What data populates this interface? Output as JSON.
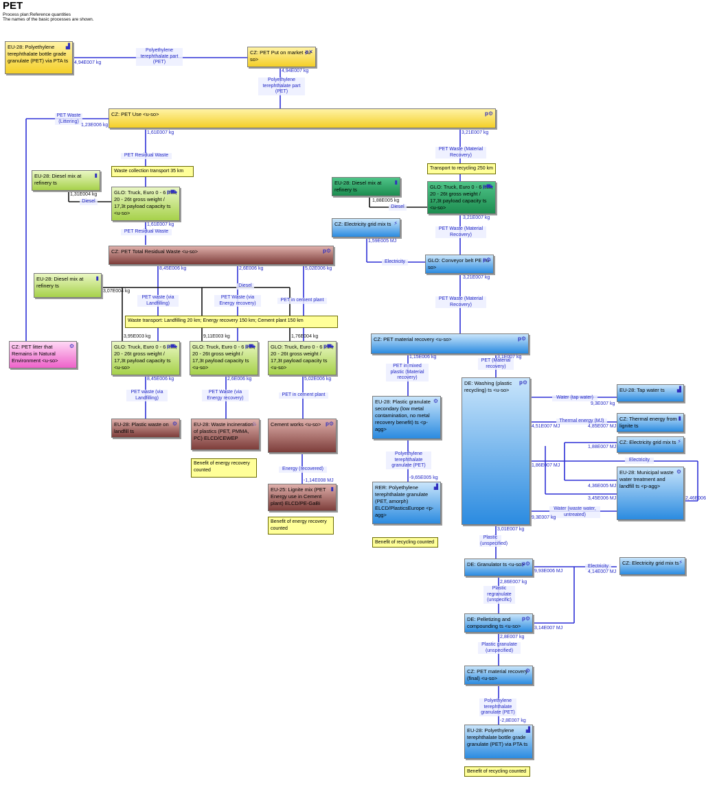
{
  "title": "PET",
  "subtitle_1": "Process plan:Reference quantities",
  "subtitle_2": "The names of the basic processes are shown.",
  "icons": {
    "process": "p",
    "factory": "factory-icon",
    "truck": "truck-icon",
    "fuel": "fuel-icon",
    "energy": "lightning-icon",
    "gear": "gear-icon"
  },
  "processes": {
    "eu28_pet_granulate_top": "EU-28: Polyethylene terephthalate bottle grade granulate (PET) via PTA ts",
    "cz_put_on_market": "CZ: PET Put on market <u-so>",
    "cz_pet_use": "CZ: PET Use <u-so>",
    "eu28_diesel_1": "EU-28: Diesel mix at refinery ts",
    "glo_truck_1": "GLO: Truck, Euro 0 - 6 mix, 20 - 26t gross weight / 17,3t payload capacity ts <u-so>",
    "cz_total_residual": "CZ: PET Total Residual Waste <u-so>",
    "eu28_diesel_2": "EU-28: Diesel mix at refinery ts",
    "eu28_diesel_3": "EU-28: Diesel mix at refinery ts",
    "glo_truck_2": "GLO: Truck, Euro 0 - 6 mix, 20 - 26t gross weight / 17,3t payload capacity ts <u-so>",
    "cz_electricity_1": "CZ: Electricity grid mix ts",
    "glo_conveyor": "GLO: Conveyor belt PE <u-so>",
    "cz_litter": "CZ: PET litter that Remains in Natural Environment <u-so>",
    "glo_truck_3": "GLO: Truck, Euro 0 - 6 mix, 20 - 26t gross weight / 17,3t payload capacity ts <u-so>",
    "glo_truck_4": "GLO: Truck, Euro 0 - 6 mix, 20 - 26t gross weight / 17,3t payload capacity ts <u-so>",
    "glo_truck_5": "GLO: Truck, Euro 0 - 6 mix, 20 - 26t gross weight / 17,3t payload capacity ts <u-so>",
    "cz_material_recovery": "CZ: PET material recovery <u-so>",
    "eu28_landfill": "EU-28: Plastic waste on landfill ts",
    "eu28_incineration": "EU-28: Waste incineration of plastics (PET, PMMA, PC) ELCD/CEWEP",
    "cement_works": "Cement works <u-so>",
    "eu25_lignite": "EU-25: Lignite mix (PET Energy use in Cement plant) ELCD/PE-GaBi",
    "eu28_plastic_granulate_secondary": "EU-28: Plastic granulate secondary (low metal contamination, no metal recovery benefit) ts <p-agg>",
    "rer_pet_granulate": "RER: Polyethylene terephthalate granulate (PET, amorph) ELCD/PlasticsEurope <p-agg>",
    "de_washing": "DE: Washing (plastic recycling) ts <u-so>",
    "eu28_tap_water": "EU-28: Tap water ts",
    "cz_thermal": "CZ: Thermal energy from lignite ts",
    "cz_electricity_2": "CZ: Electricity grid mix ts",
    "eu28_municipal_water": "EU-28: Municipal waste water treatment and landfill ts <p-agg>",
    "de_granulator": "DE: Granulator ts <u-so>",
    "cz_electricity_3": "CZ: Electricity grid mix ts",
    "de_pelletizing": "DE: Pelletizing and compounding ts <u-so>",
    "cz_pet_final": "CZ: PET material recovery (final) <u-so>",
    "eu28_pet_granulate_bottom": "EU-28: Polyethylene terephthalate bottle grade granulate (PET) via PTA ts"
  },
  "notes": {
    "waste_collection": "Waste collection transport 35 km",
    "transport_recycling": "Transport to recycling 250 km",
    "waste_transport": "Waste transport: Landfilling 20 km; Energy recovery 150 km; Cement plant 150 km",
    "benefit_energy_1": "Benefit of energy recovery counted",
    "benefit_energy_2": "Benefit of energy recovery counted",
    "benefit_recycling_1": "Benefit of recycling counted",
    "benefit_recycling_2": "Benefit of recycling counted"
  },
  "flow_labels": {
    "pet_part_1": "Polyethylene terephthalate part (PET)",
    "pet_part_2": "Polyethylene terephthalate part (PET)",
    "pet_waste_littering": "PET Waste (Littering)",
    "pet_residual_1": "PET Residual Waste",
    "pet_residual_2": "PET Residual Waste",
    "pet_waste_mr_1": "PET Waste (Material Recovery)",
    "pet_waste_mr_2": "PET Waste (Material Recovery)",
    "pet_waste_mr_3": "PET Waste (Material Recovery)",
    "diesel_1": "Diesel",
    "diesel_2": "Diesel",
    "diesel_3": "Diesel",
    "electricity_1": "Electricity",
    "pet_waste_landfill_1": "PET waste (via Landfilling)",
    "pet_waste_energy_1": "PET Waste (via Energy recovery)",
    "pet_cement_1": "PET in cement plant",
    "pet_waste_landfill_2": "PET waste (via Landfilling)",
    "pet_waste_energy_2": "PET Waste (via Energy recovery)",
    "pet_cement_2": "PET in cement plant",
    "pet_mixed_plastic": "PET in mixed plastic (Material recovery)",
    "pet_material_recovery": "PET (Material recovery)",
    "energy_recovered": "Energy (recovered)",
    "pet_granulate_rer": "Polyethylene terephthalate granulate (PET)",
    "water_tap": "Water (tap water)",
    "thermal_energy": "Thermal energy (MJ)",
    "electricity_2": "Electricity",
    "water_waste": "Water (waste water, untreated)",
    "plastic_unspecified": "Plastic (unspecified)",
    "electricity_3": "Electricity",
    "plastic_regranulate": "Plastic regranulate (unspecific)",
    "plastic_granulate_unspecified": "Plastic granulate (unspecified)",
    "pet_granulate_final": "Polyethylene terephthalate granulate (PET)"
  },
  "quantities": {
    "q01": "4,94E007 kg",
    "q02": "4,94E007 kg",
    "q03": "1,23E006 kg",
    "q04": "1,61E007 kg",
    "q05": "3,21E007 kg",
    "q06": "1,31E004 kg",
    "q07": "1,61E007 kg",
    "q08": "1,88E005 kg",
    "q09": "3,21E007 kg",
    "q10": "1,59E005 MJ",
    "q11": "8,45E006 kg",
    "q12": "2,6E006 kg",
    "q13": "5,02E006 kg",
    "q14": "3,21E007 kg",
    "q15": "3,07E004 kg",
    "q16": "3,95E003 kg",
    "q17": "9,11E003 kg",
    "q18": "1,76E004 kg",
    "q19": "1,15E006 kg",
    "q20": "3,1E007 kg",
    "q21": "8,45E006 kg",
    "q22": "2,6E006 kg",
    "q23": "5,02E006 kg",
    "q24": "9,3E007 kg",
    "q25": "4,51E007 MJ",
    "q26": "4,85E007 MJ",
    "q27": "-1,14E008 MJ",
    "q28": "1,88E007 MJ",
    "q29": "-9,65E005 kg",
    "q30": "1,86E007 MJ",
    "q31": "4,36E005 MJ",
    "q32": "3,45E006 MJ",
    "q33": "2,46E006",
    "q34": "9,3E007 kg",
    "q35": "3,01E007 kg",
    "q36": "9,93E006 MJ",
    "q37": "4,14E007 MJ",
    "q38": "2,86E007 kg",
    "q39": "3,14E007 MJ",
    "q40": "2,8E007 kg",
    "q41": "-2,8E007 kg"
  }
}
